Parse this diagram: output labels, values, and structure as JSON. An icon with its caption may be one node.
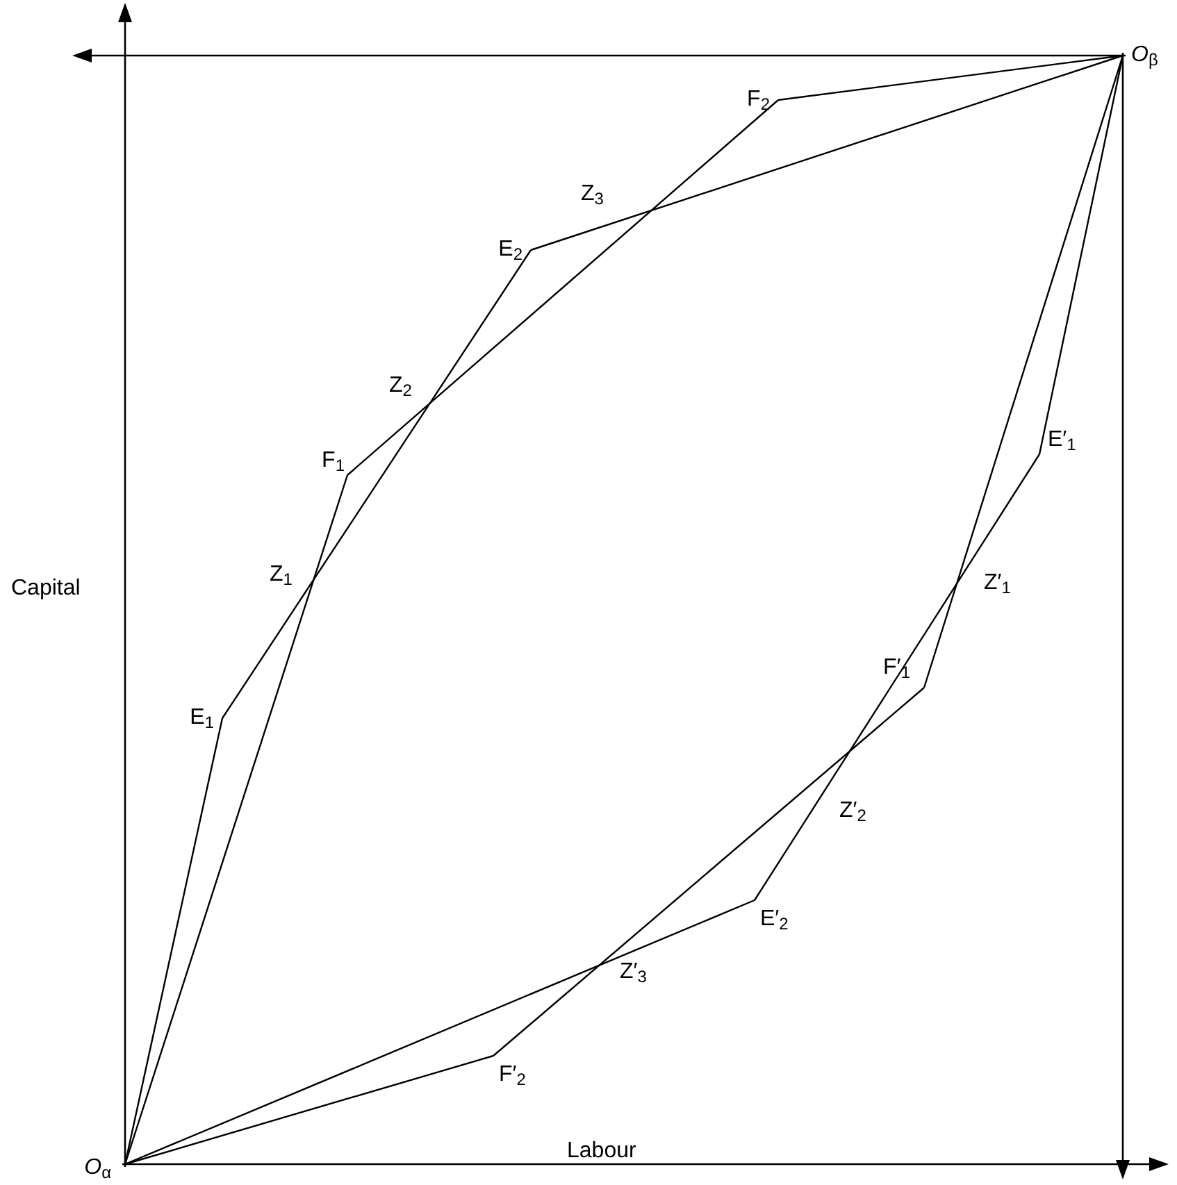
{
  "diagram": {
    "nodes": [
      {
        "text": [
          "*O*$_{α}$"
        ]
      },
      {
        "text": [
          "*O*$_{β}$"
        ]
      },
      {
        "text": [
          "E$_{1}$"
        ]
      },
      {
        "text": [
          "F$_{1}$"
        ]
      },
      {
        "text": [
          "E$_{2}$"
        ]
      },
      {
        "text": [
          "F$_{2}$"
        ]
      },
      {
        "text": [
          "E′$_{1}$"
        ]
      },
      {
        "text": [
          "F′$_{1}$"
        ]
      },
      {
        "text": [
          "E′$_{2}$"
        ]
      },
      {
        "text": [
          "F′$_{2}$"
        ]
      }
    ],
    "edges": [
      {
        "from": 0,
        "to": 2,
        "arrow": "none"
      },
      {
        "from": 2,
        "to": 4,
        "arrow": "none"
      },
      {
        "from": 4,
        "to": 1,
        "arrow": "none"
      },
      {
        "from": 0,
        "to": 3,
        "arrow": "none"
      },
      {
        "from": 3,
        "to": 5,
        "arrow": "none"
      },
      {
        "from": 5,
        "to": 1,
        "arrow": "none"
      },
      {
        "from": 0,
        "to": 9,
        "arrow": "none"
      },
      {
        "from": 9,
        "to": 7,
        "arrow": "none"
      },
      {
        "from": 7,
        "to": 1,
        "arrow": "none"
      },
      {
        "from": 0,
        "to": 8,
        "arrow": "none"
      },
      {
        "from": 8,
        "to": 6,
        "arrow": "none"
      },
      {
        "from": 6,
        "to": 1,
        "arrow": "none"
      }
    ],
    "labels": [
      "Z$_{3}$",
      "Z$_{2}$",
      "Z$_{1}$",
      "Capital",
      "Z′$_{1}$",
      "Z′$_{2}$",
      "Z′$_{3}$",
      "Labour"
    ]
  }
}
